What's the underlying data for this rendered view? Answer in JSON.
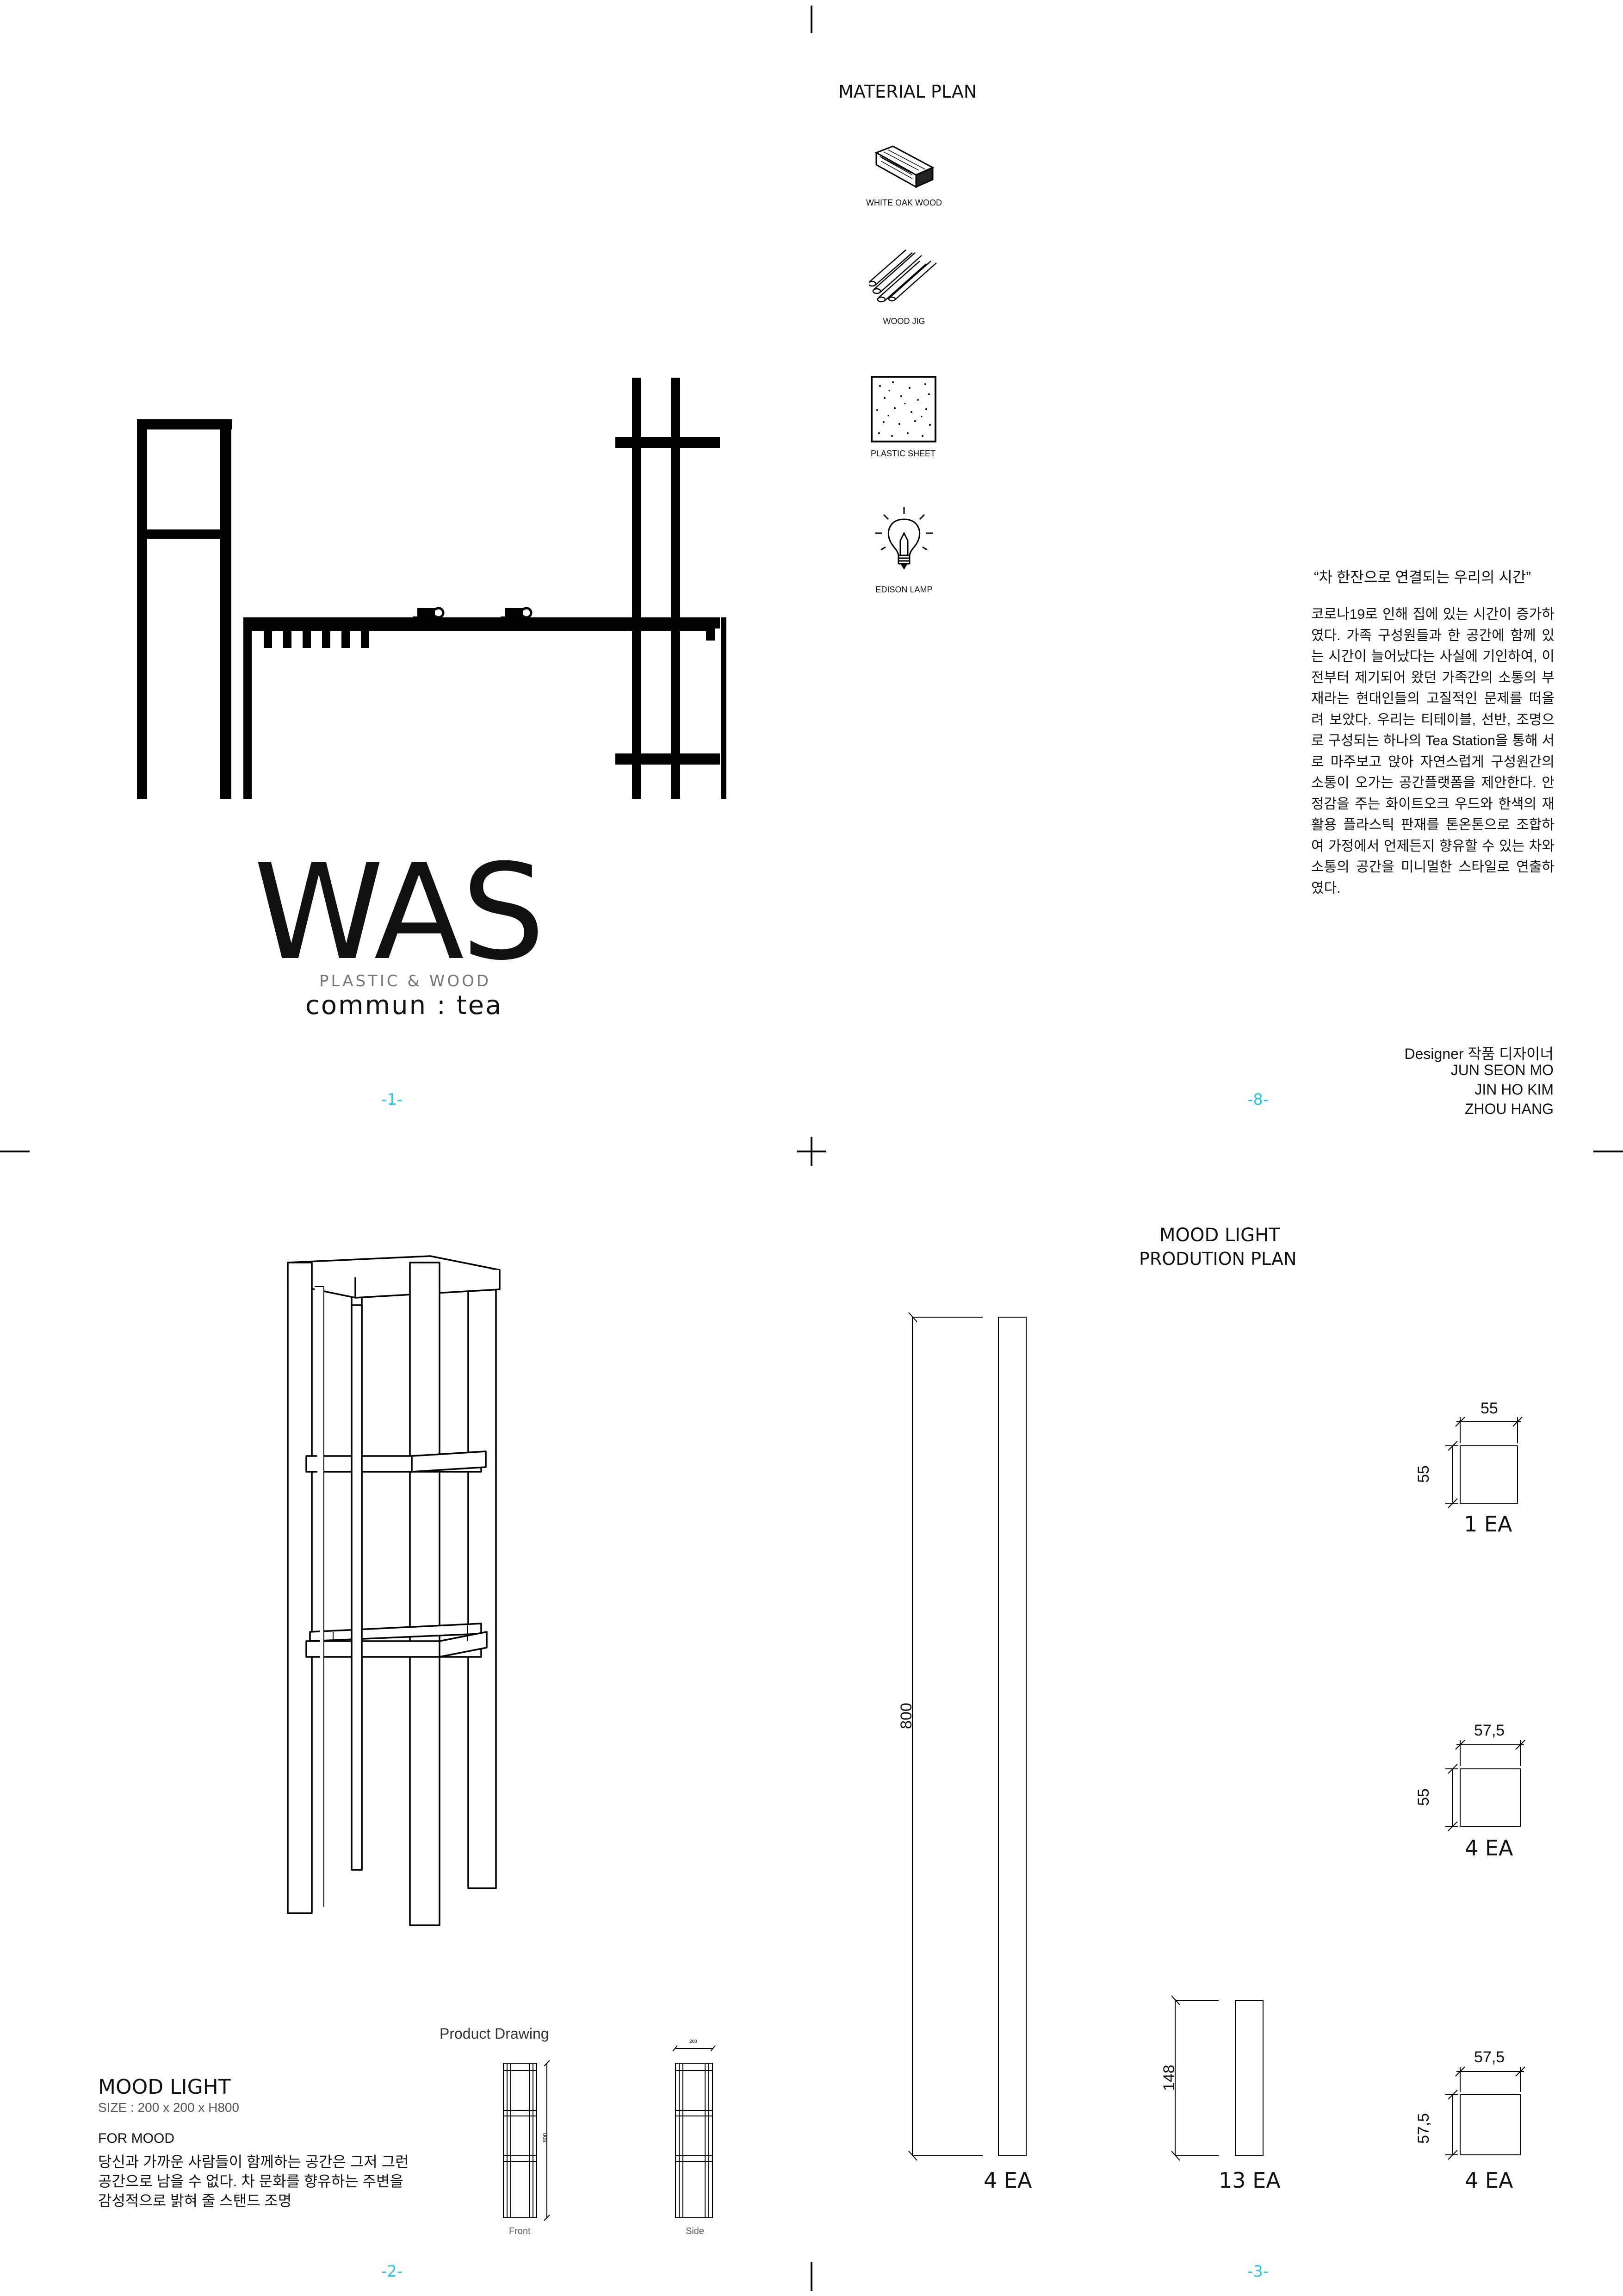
{
  "cover": {
    "logo": "WAS",
    "logo_sub": "PLASTIC & WOOD",
    "product": "commun : tea",
    "page_number": "-1-"
  },
  "material_plan": {
    "title": "MATERIAL PLAN",
    "items": [
      {
        "label": "WHITE OAK WOOD",
        "icon": "wood-block-icon"
      },
      {
        "label": "WOOD JIG",
        "icon": "wood-dowels-icon"
      },
      {
        "label": "PLASTIC SHEET",
        "icon": "plastic-sheet-icon"
      },
      {
        "label": "EDISON LAMP",
        "icon": "bulb-icon"
      }
    ],
    "quote": "“차 한잔으로 연결되는 우리의 시간”",
    "body": "코로나19로 인해 집에 있는 시간이 증가하였다. 가족 구성원들과 한 공간에 함께 있는 시간이 늘어났다는 사실에 기인하여, 이전부터 제기되어 왔던 가족간의 소통의 부재라는 현대인들의 고질적인 문제를 떠올려 보았다. 우리는 티테이블, 선반, 조명으로 구성되는 하나의 Tea Station을 통해 서로 마주보고 앉아 자연스럽게 구성원간의 소통이 오가는 공간플랫폼을 제안한다. 안정감을 주는 화이트오크 우드와 한색의 재활용 플라스틱 판재를 톤온톤으로 조합하여 가정에서 언제든지 향유할 수 있는 차와 소통의 공간을 미니멀한 스타일로 연출하였다.",
    "designer_heading": "Designer 작품 디자이너",
    "designers": [
      "JUN SEON MO",
      "JIN HO KIM",
      "ZHOU HANG"
    ],
    "page_number": "-8-"
  },
  "mood_light": {
    "title": "MOOD LIGHT",
    "size": "SIZE : 200 x 200 x H800",
    "for_label": "FOR MOOD",
    "description": [
      "당신과 가까운 사람들이 함께하는 공간은 그저 그런",
      "공간으로 남을 수 없다. 차 문화를 향유하는 주변을",
      "감성적으로 밝혀 줄 스탠드 조명"
    ],
    "drawing_title": "Product Drawing",
    "front_label": "Front",
    "side_label": "Side",
    "front_dim": "800",
    "side_dim": "200",
    "page_number": "-2-"
  },
  "production_plan": {
    "title": "MOOD LIGHT",
    "subtitle": "PRODUTION PLAN",
    "parts": [
      {
        "length": "800",
        "qty": "4 EA"
      },
      {
        "length": "148",
        "qty": "13 EA"
      }
    ],
    "sections": [
      {
        "w": "55",
        "h": "55",
        "qty": "1 EA"
      },
      {
        "w": "57,5",
        "h": "55",
        "qty": "4 EA"
      },
      {
        "w": "57,5",
        "h": "57,5",
        "qty": "4 EA"
      }
    ],
    "page_number": "-3-"
  }
}
